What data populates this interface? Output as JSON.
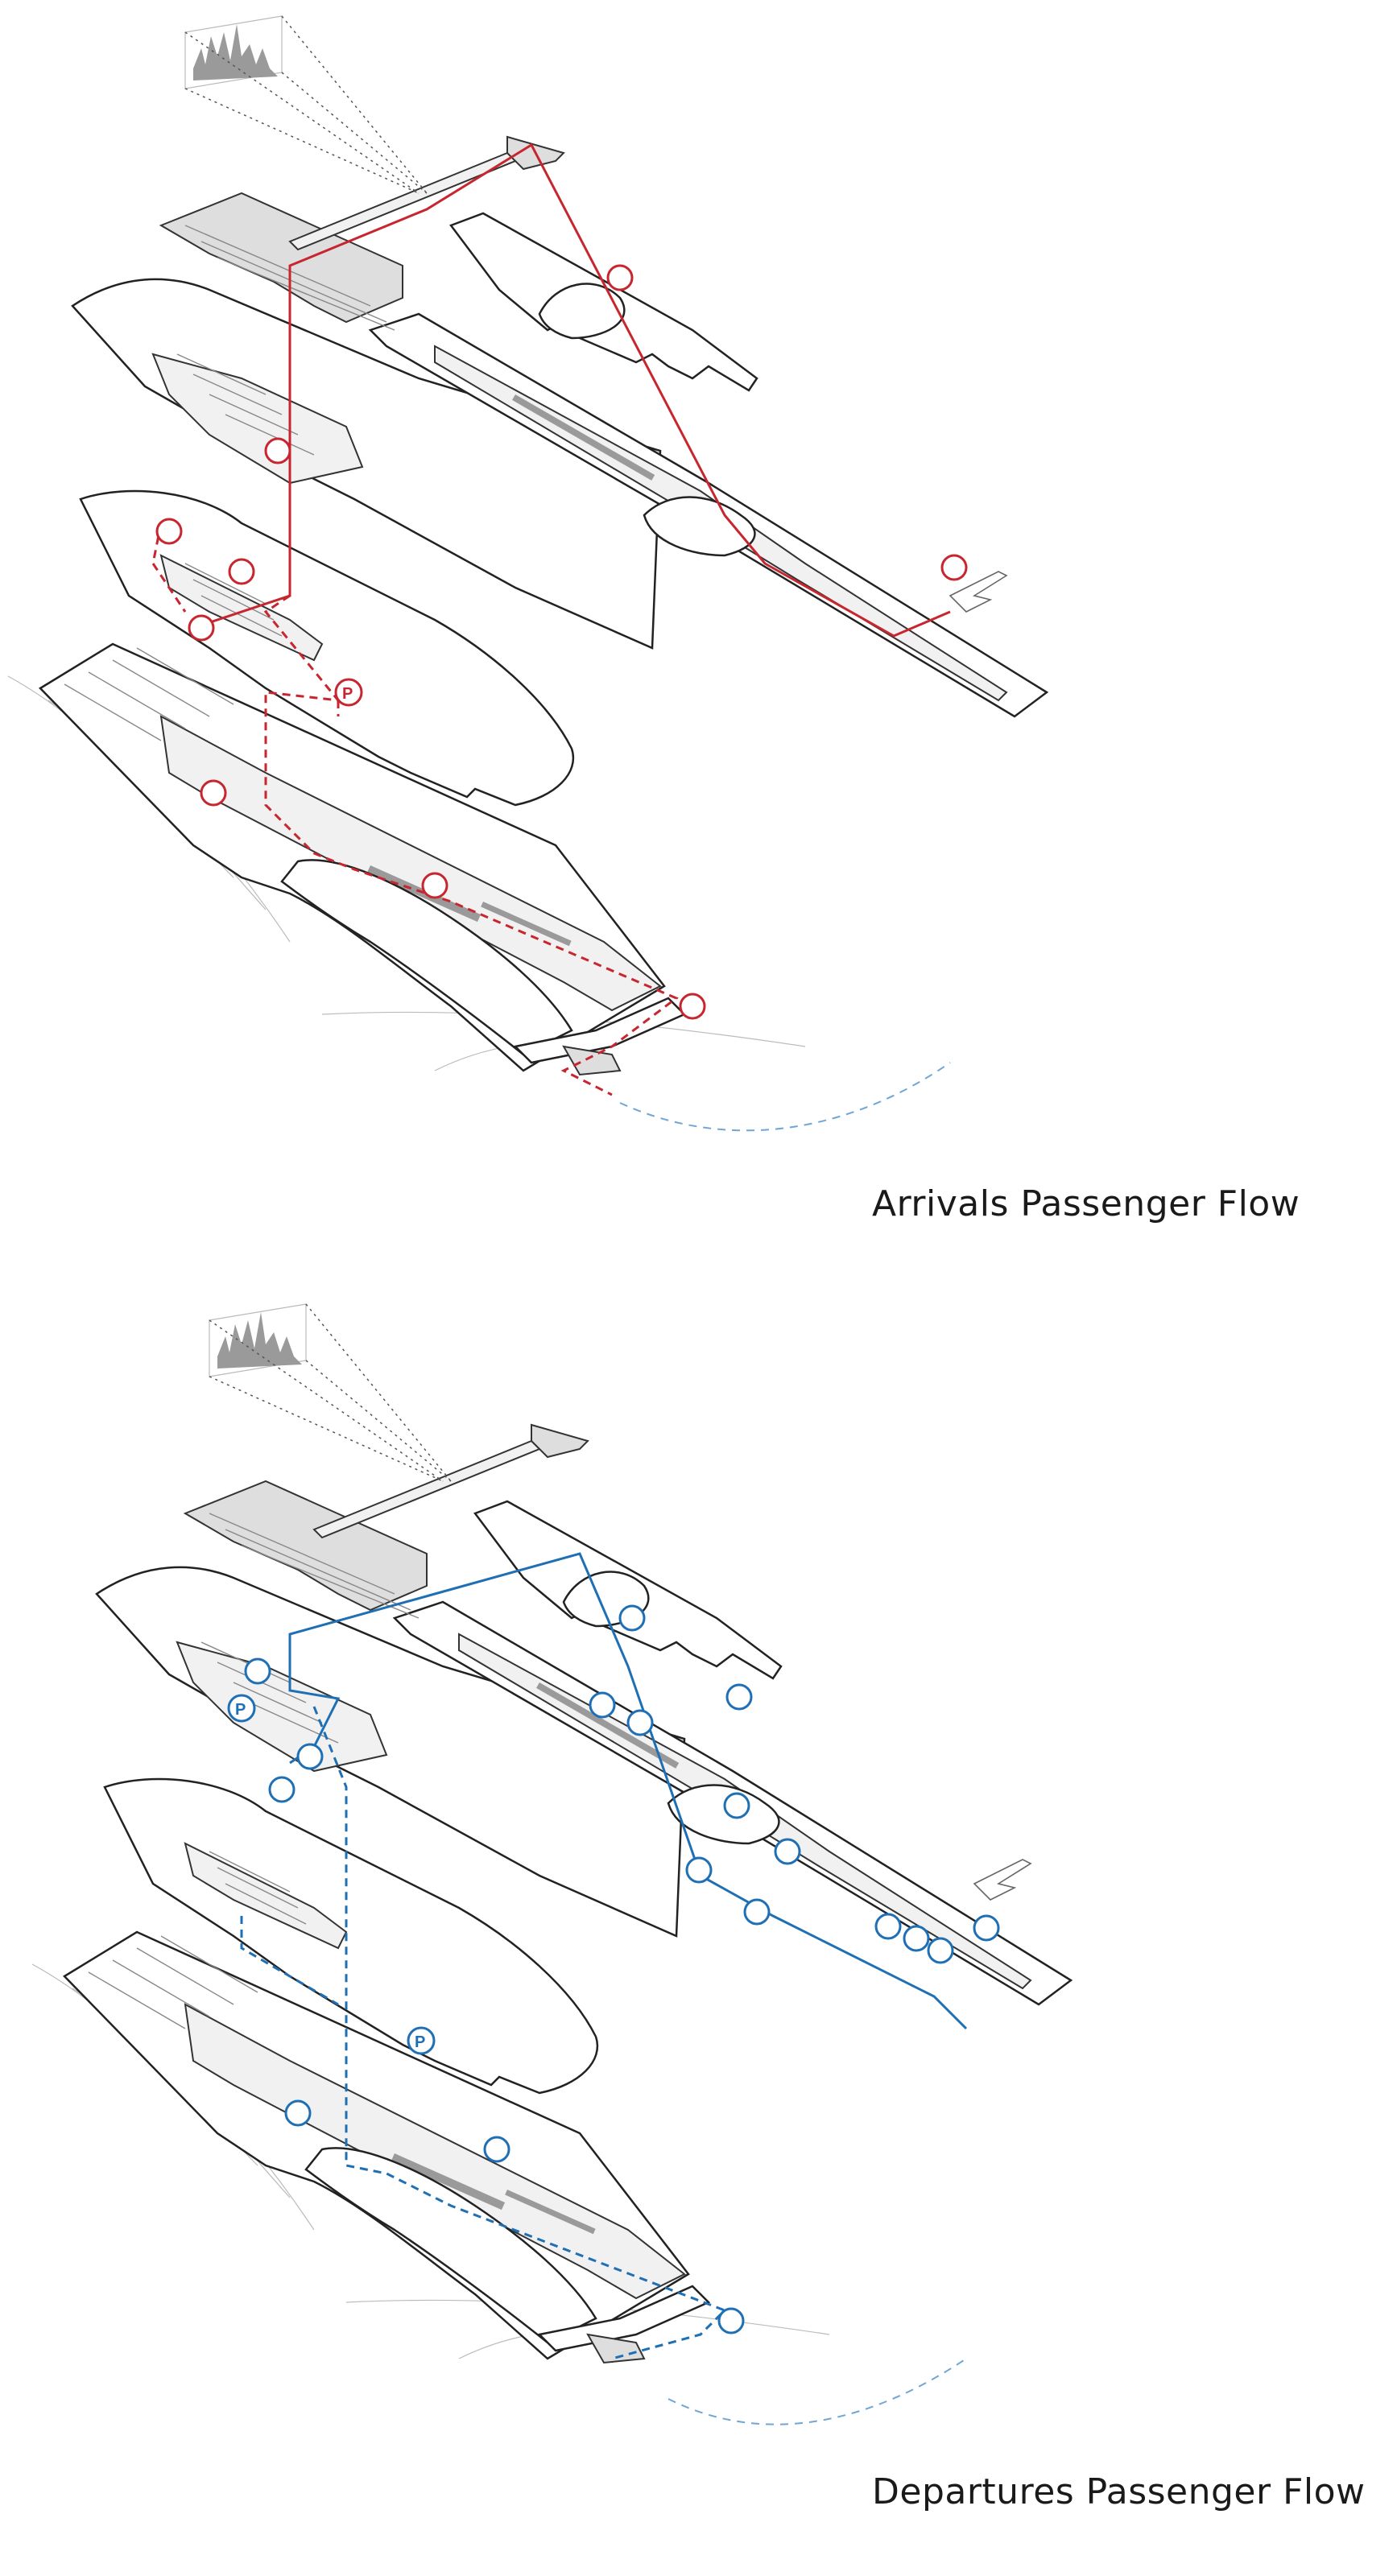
{
  "captions": {
    "arrivals": "Arrivals Passenger Flow",
    "departures": "Departures Passenger Flow"
  },
  "colors": {
    "arrivals_route": "#c8262f",
    "departures_route": "#1f6fb5",
    "departures_ground_dashed": "#6fa6d6",
    "linework": "#222222",
    "floor_fill": "#f1f1f1"
  },
  "arrivals_icons": [
    "escalator-icon",
    "baggage-icon",
    "taxi-icon",
    "car-icon",
    "parking-icon",
    "train-icon",
    "bus-icon",
    "escalator-icon",
    "gate-icon"
  ],
  "departures_icons": [
    "escalator-icon",
    "restaurant-icon",
    "bar-icon",
    "seat-icon",
    "parking-icon",
    "car-icon",
    "check-in-icon",
    "train-icon",
    "bus-icon",
    "toilet-icon",
    "airplane-icon",
    "accessible-icon",
    "elevator-icon"
  ],
  "parking_letter": "P"
}
